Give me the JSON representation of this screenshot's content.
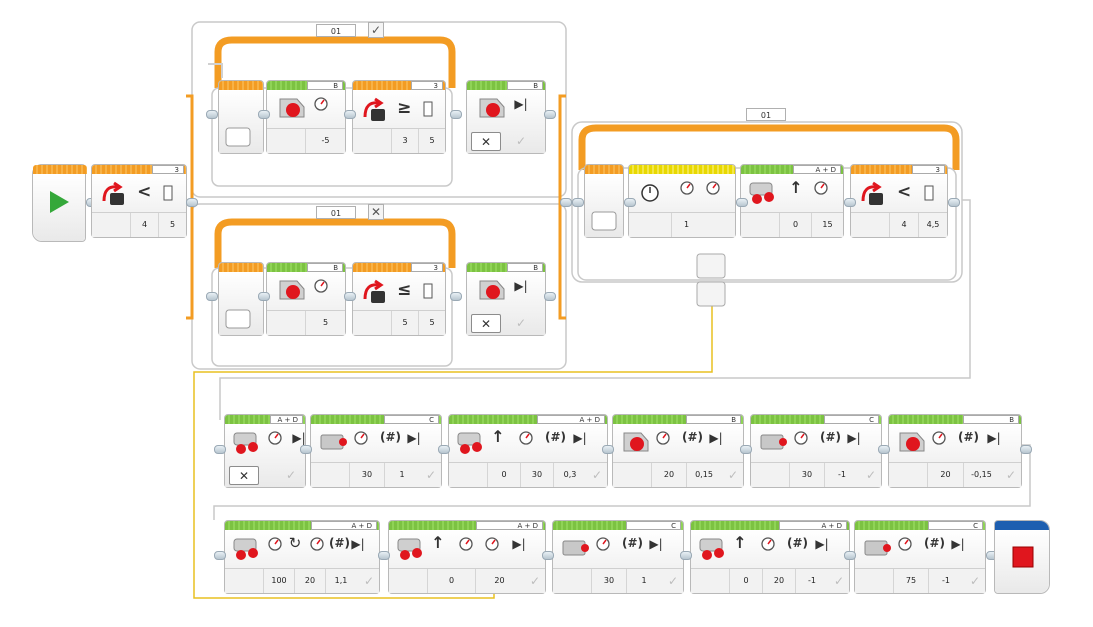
{
  "colors": {
    "motor_bar": "#7cc242",
    "sensor_bar": "#f39c23",
    "loop_frame": "#f39c23",
    "wire": "#e8c020",
    "timer_bar": "#e8d800",
    "end_bar": "#1e5fb0",
    "stop": "#e0161e",
    "start": "#35a83a"
  },
  "start": {
    "icon": "play-triangle-icon"
  },
  "wait1": {
    "port": "3",
    "op": "<",
    "v1": "4",
    "v2": "5",
    "mode_icon": "cm"
  },
  "branch_top": {
    "label": "01",
    "ctrl": "✓",
    "motor_b": {
      "port": "B",
      "power": "-5"
    },
    "wait": {
      "port": "3",
      "op": "≥",
      "v1": "3",
      "v2": "5",
      "mode_icon": "cm"
    },
    "stop_b": {
      "port": "B"
    }
  },
  "branch_bot": {
    "label": "01",
    "ctrl": "✕",
    "motor_b": {
      "port": "B",
      "power": "5"
    },
    "wait": {
      "port": "3",
      "op": "≤",
      "v1": "5",
      "v2": "5",
      "mode_icon": "cm"
    },
    "stop_b": {
      "port": "B"
    }
  },
  "loop_right": {
    "label": "01",
    "timer": {
      "v1": "1"
    },
    "move": {
      "port": "A + D",
      "v1": "0",
      "v2": "15"
    },
    "wait": {
      "port": "3",
      "op": "<",
      "v1": "4",
      "v2": "4,5",
      "mode_icon": "cm"
    }
  },
  "row1": [
    {
      "port": "A + D",
      "type": "steer-stop",
      "values": []
    },
    {
      "port": "C",
      "type": "medium",
      "values": [
        "30",
        "1"
      ]
    },
    {
      "port": "A + D",
      "type": "steer",
      "values": [
        "0",
        "30",
        "0,3"
      ]
    },
    {
      "port": "B",
      "type": "large",
      "values": [
        "20",
        "0,15"
      ]
    },
    {
      "port": "C",
      "type": "medium",
      "values": [
        "30",
        "-1"
      ]
    },
    {
      "port": "B",
      "type": "large",
      "values": [
        "20",
        "-0,15"
      ]
    }
  ],
  "row2": [
    {
      "port": "A + D",
      "type": "tank",
      "values": [
        "100",
        "20",
        "1,1"
      ]
    },
    {
      "port": "A + D",
      "type": "steer-time",
      "values": [
        "0",
        "20"
      ]
    },
    {
      "port": "C",
      "type": "medium",
      "values": [
        "30",
        "1"
      ]
    },
    {
      "port": "A + D",
      "type": "steer",
      "values": [
        "0",
        "20",
        "-1"
      ]
    },
    {
      "port": "C",
      "type": "medium",
      "values": [
        "75",
        "-1"
      ]
    }
  ]
}
